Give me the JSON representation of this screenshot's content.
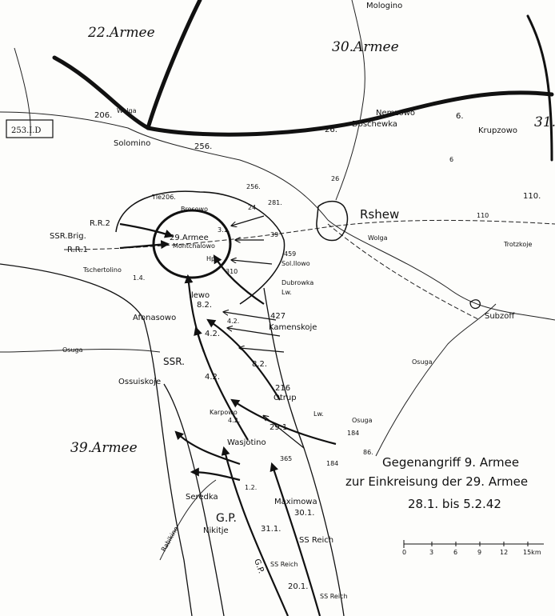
{
  "armies": {
    "a22": "22.Armee",
    "a30": "30.Armee",
    "a39": "39.Armee",
    "a31": "31.",
    "a29": "29.Armee"
  },
  "division_box": "253.I.D",
  "places": {
    "mologino": "Mologino",
    "solomino": "Solomino",
    "p256": "256.",
    "p206": "206.",
    "nemzowo": "Nemzowo",
    "doschewka": "Doschewka",
    "p26": "26.",
    "p6": "6.",
    "krupzowo": "Krupzowo",
    "rshew": "Rshew",
    "p110": "110.",
    "trotzkoje": "Trotzkoje",
    "subzoff": "Subzoff",
    "osuga_river": "Osuga",
    "osuga_river2": "Osuga",
    "wolga1": "Wolga",
    "wolga2": "Wolga",
    "monchalowo": "Montchalowo",
    "hp": "Hp.",
    "tle206": "Tle206.",
    "brosowo": "Brosowo",
    "tsmartolino": "Tschertolino",
    "ilewo": "Ilewo",
    "p82": "8.2.",
    "afonasowo": "Afonasowo",
    "p42a": "4.2.",
    "p42b": "4.2.",
    "p82b": "8.2.",
    "kamenskoje": "Kamenskoje",
    "p427": "427",
    "dubrowka": "Dubrowka",
    "lw": "Lw.",
    "p459": "459",
    "solodilowo": "Sol.Ilowo",
    "ossuiskoje": "Ossuiskoje",
    "ssr": "SSR.",
    "karpowo": "Karpowo",
    "p412": "4.2.",
    "wasjotino": "Wasjotino",
    "p291": "29.1.",
    "trup": "Otrup",
    "p216": "216",
    "osuga": "Osuga",
    "p184": "184",
    "p184b": "184",
    "lw2": "Lw.",
    "p86": "86.",
    "seredka": "Seredka",
    "p12": "1.2.",
    "maximowa": "Maximowa",
    "p301": "30.1.",
    "nikitje": "Nikitje",
    "gp": "G.P.",
    "p311": "31.1.",
    "ssreich": "SS Reich",
    "p201": "20.1.",
    "ssreich2": "SS Reich",
    "ssreich3": "SS Reich",
    "rr2": "R.R.2",
    "ssrbrig": "SSR.Brig.",
    "rr1": "R.R.1",
    "p14": "1.4.",
    "p31": "3.1.",
    "p281": "281.",
    "p256b": "256.",
    "p24": "24",
    "p39": "39",
    "p310": "310",
    "p42c": "4.2.",
    "p365": "365",
    "p26b": "26",
    "p6b": "6",
    "p110b": "110",
    "rabikino": "Rabikino",
    "gp2": "G.P."
  },
  "legend": {
    "line1": "Gegenangriff 9. Armee",
    "line2": "zur Einkreisung der 29. Armee",
    "line3": "28.1. bis 5.2.42"
  },
  "scale": {
    "ticks": [
      "0",
      "3",
      "6",
      "9",
      "12",
      "15km"
    ]
  }
}
